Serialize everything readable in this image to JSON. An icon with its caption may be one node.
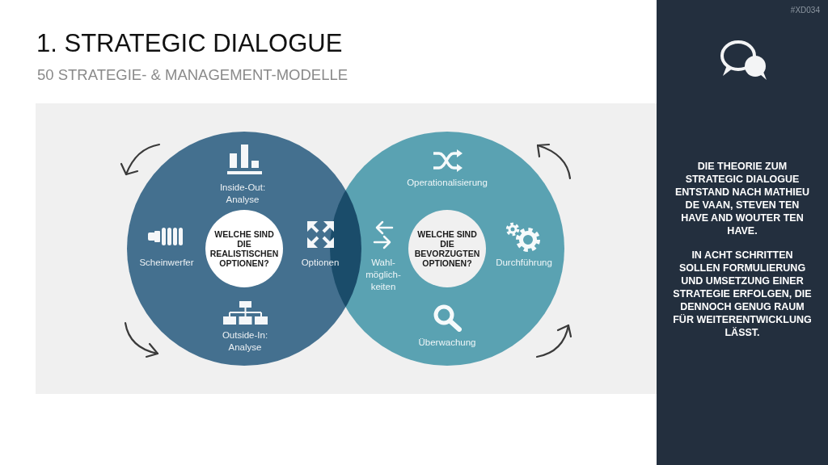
{
  "diagram": {
    "title": "1. STRATEGIC DIALOGUE",
    "nodes": [
      {
        "text": [],
        "shape": "circle"
      },
      {
        "text": [
          "WELCHE SIND DIE REALISTISCHEN OPTIONEN?"
        ],
        "in": 0
      },
      {
        "text": [],
        "shape": "circle"
      },
      {
        "text": [
          "WELCHE SIND DIE BEVORZUGTEN OPTIONEN?"
        ],
        "in": 2
      },
      {
        "text": [
          "DIE THEORIE ZUM STRATEGIC DIALOGUE ENTSTAND NACH MATHIEU DE VAAN, STEVEN TEN HAVE AND WOUTER TEN HAVE.",
          "IN ACHT SCHRITTEN SOLLEN FORMULIERUNG UND UMSETZUNG EINER STRATEGIE ERFOLGEN, DIE DENNOCH GENUG RAUM FÜR WEITERENTWICKLUNG LÄSST."
        ]
      }
    ],
    "labels": [
      "50 STRATEGIE- & MANAGEMENT-MODELLE",
      "Inside-Out: Analyse",
      "Scheinwerfer",
      "Optionen",
      "Outside-In: Analyse",
      "Operationalisierung",
      "Wahl- möglich- keiten",
      "Durchführung",
      "Überwachung",
      "#XD034"
    ]
  }
}
